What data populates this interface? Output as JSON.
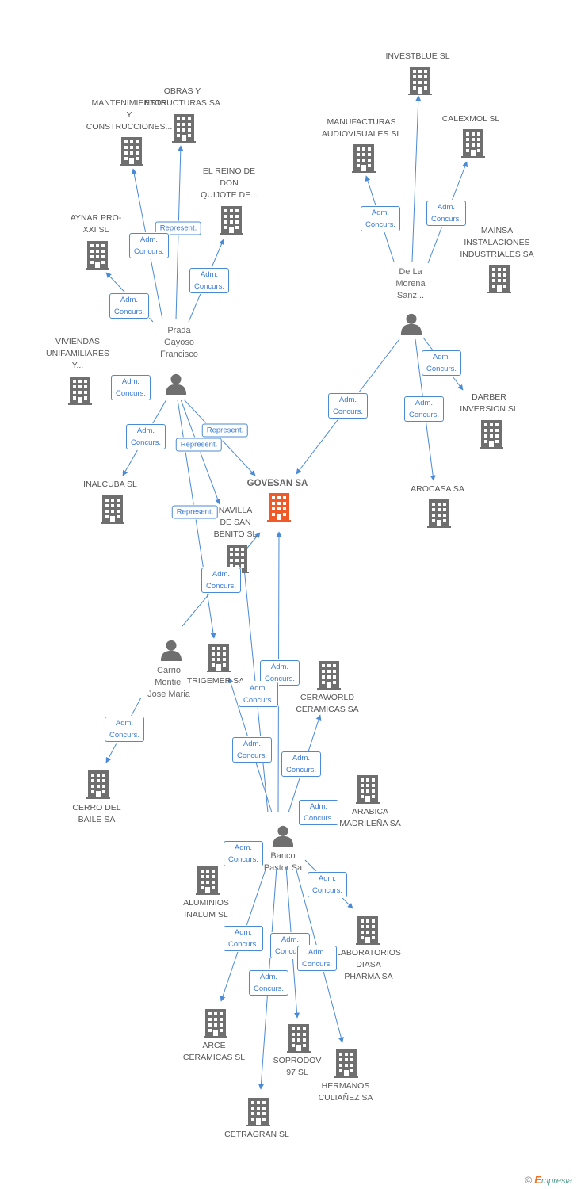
{
  "diagram": {
    "title": "",
    "nodes": [
      {
        "id": "govesan",
        "label": "GOVESAN SA",
        "type": "company",
        "main": true
      },
      {
        "id": "investblue",
        "label": "INVESTBLUE SL",
        "type": "company"
      },
      {
        "id": "obras",
        "label": "OBRAS Y\nESTRUCTURAS SA",
        "type": "company"
      },
      {
        "id": "mantenimientos",
        "label": "MANTENIMIENTOS\nY\nCONSTRUCCIONES...",
        "type": "company"
      },
      {
        "id": "manufacturas",
        "label": "MANUFACTURAS\nAUDIOVISUALES SL",
        "type": "company"
      },
      {
        "id": "calexmol",
        "label": "CALEXMOL SL",
        "type": "company"
      },
      {
        "id": "reino",
        "label": "EL REINO DE\nDON\nQUIJOTE DE...",
        "type": "company"
      },
      {
        "id": "aynar",
        "label": "AYNAR PRO-\nXXI SL",
        "type": "company"
      },
      {
        "id": "mainsa",
        "label": "MAINSA\nINSTALACIONES\nINDUSTRIALES SA",
        "type": "company"
      },
      {
        "id": "viviendas",
        "label": "VIVIENDAS\nUNIFAMILIARES\nY...",
        "type": "company"
      },
      {
        "id": "darber",
        "label": "DARBER\nINVERSION SL",
        "type": "company"
      },
      {
        "id": "inalcuba",
        "label": "INALCUBA SL",
        "type": "company"
      },
      {
        "id": "arocasa",
        "label": "AROCASA SA",
        "type": "company"
      },
      {
        "id": "navilla",
        "label": "NAVILLA\nDE SAN\nBENITO SL",
        "type": "company"
      },
      {
        "id": "trigemer",
        "label": "TRIGEMER SA",
        "type": "company"
      },
      {
        "id": "ceraworld",
        "label": "CERAWORLD\nCERAMICAS SA",
        "type": "company"
      },
      {
        "id": "cerro",
        "label": "CERRO DEL\nBAILE SA",
        "type": "company"
      },
      {
        "id": "arabica",
        "label": "ARABICA\nMADRILEÑA SA",
        "type": "company"
      },
      {
        "id": "aluminios",
        "label": "ALUMINIOS\nINALUM SL",
        "type": "company"
      },
      {
        "id": "laboratorios",
        "label": "LABORATORIOS\nDIASA\nPHARMA SA",
        "type": "company"
      },
      {
        "id": "arce",
        "label": "ARCE\nCERAMICAS SL",
        "type": "company"
      },
      {
        "id": "soprodov",
        "label": "SOPRODOV\n97  SL",
        "type": "company"
      },
      {
        "id": "hermanos",
        "label": "HERMANOS\nCULIAÑEZ SA",
        "type": "company"
      },
      {
        "id": "cetragran",
        "label": "CETRAGRAN SL",
        "type": "company"
      },
      {
        "id": "prada",
        "label": "Prada\nGayoso\nFrancisco",
        "type": "person"
      },
      {
        "id": "morena",
        "label": "De La\nMorena\nSanz...",
        "type": "person"
      },
      {
        "id": "carrio",
        "label": "Carrio\nMontiel\nJose Maria",
        "type": "person"
      },
      {
        "id": "banco",
        "label": "Banco\nPastor Sa",
        "type": "person"
      }
    ],
    "edges": [
      {
        "from": "morena",
        "to": "investblue"
      },
      {
        "from": "morena",
        "to": "manufacturas",
        "label": "Adm.\nConcurs."
      },
      {
        "from": "morena",
        "to": "calexmol",
        "label": "Adm.\nConcurs."
      },
      {
        "from": "morena",
        "to": "darber",
        "label": "Adm.\nConcurs."
      },
      {
        "from": "morena",
        "to": "arocasa",
        "label": "Adm.\nConcurs."
      },
      {
        "from": "morena",
        "to": "govesan",
        "label": "Adm.\nConcurs."
      },
      {
        "from": "prada",
        "to": "obras",
        "label": "Represent."
      },
      {
        "from": "prada",
        "to": "mantenimientos",
        "label": "Adm.\nConcurs."
      },
      {
        "from": "prada",
        "to": "reino",
        "label": "Adm.\nConcurs."
      },
      {
        "from": "prada",
        "to": "aynar",
        "label": "Adm.\nConcurs."
      },
      {
        "from": "prada",
        "to": "inalcuba",
        "label": "Adm.\nConcurs."
      },
      {
        "from": "prada",
        "to": "govesan",
        "label": "Represent."
      },
      {
        "from": "prada",
        "to": "navilla",
        "label": "Represent."
      },
      {
        "from": "prada",
        "to": "trigemer",
        "label": "Represent."
      },
      {
        "from": "carrio",
        "to": "govesan",
        "label": "Adm.\nConcurs."
      },
      {
        "from": "carrio",
        "to": "cerro",
        "label": "Adm.\nConcurs."
      },
      {
        "from": "banco",
        "to": "govesan",
        "label": "Adm.\nConcurs."
      },
      {
        "from": "banco",
        "to": "trigemer",
        "label": "Adm.\nConcurs."
      },
      {
        "from": "banco",
        "to": "navilla",
        "label": "Adm.\nConcurs."
      },
      {
        "from": "banco",
        "to": "ceraworld",
        "label": "Adm.\nConcurs."
      },
      {
        "from": "banco",
        "to": "laboratorios",
        "label": "Adm.\nConcurs."
      },
      {
        "from": "banco",
        "to": "arce",
        "label": "Adm.\nConcurs."
      },
      {
        "from": "banco",
        "to": "cetragran",
        "label": "Adm.\nConcurs."
      },
      {
        "from": "banco",
        "to": "soprodov",
        "label": "Adm.\nConcurs."
      },
      {
        "from": "banco",
        "to": "hermanos",
        "label": "Adm.\nConcurs."
      }
    ],
    "extra_labels": [
      {
        "label": "Adm.\nConcurs."
      },
      {
        "label": "Adm.\nConcurs."
      },
      {
        "label": "Adm.\nConcurs."
      },
      {
        "label": "Adm.\nConcurs."
      },
      {
        "label": "Adm.\nConcurs."
      }
    ],
    "colors": {
      "edge": "#4a8ad6",
      "company": "#6f6f6f",
      "main_company": "#f05a28",
      "person": "#6f6f6f"
    }
  },
  "footer": {
    "copyright": "©",
    "brand_initial": "E",
    "brand_rest": "mpresia"
  }
}
